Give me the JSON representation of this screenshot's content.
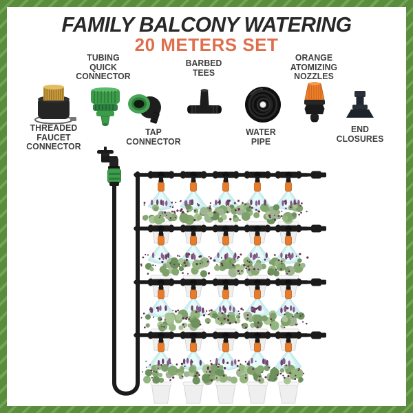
{
  "header": {
    "title": "FAMILY BALCONY WATERING",
    "subtitle": "20 METERS SET",
    "title_color": "#282828",
    "subtitle_color": "#de6f4c"
  },
  "components": [
    {
      "id": "threaded-faucet-connector",
      "label": "THREADED\nFAUCET\nCONNECTOR",
      "label_position": "below"
    },
    {
      "id": "tubing-quick-connector",
      "label": "TUBING\nQUICK\nCONNECTOR",
      "label_position": "above"
    },
    {
      "id": "tap-connector",
      "label": "TAP\nCONNECTOR",
      "label_position": "below"
    },
    {
      "id": "barbed-tees",
      "label": "BARBED\nTEES",
      "label_position": "above"
    },
    {
      "id": "water-pipe",
      "label": "WATER\nPIPE",
      "label_position": "below"
    },
    {
      "id": "orange-atomizing-nozzles",
      "label": "ORANGE\nATOMIZING\nNOZZLES",
      "label_position": "above"
    },
    {
      "id": "end-closures",
      "label": "END\nCLOSURES",
      "label_position": "below"
    }
  ],
  "diagram": {
    "rows": 4,
    "columns": 5,
    "nozzles_total": 20,
    "colors": {
      "border_green": "#5a8c3c",
      "pipe": "#1b1b1b",
      "nozzle_orange": "#e87c2b",
      "nozzle_outline": "#b05a17",
      "spray": "#cdeef0",
      "spray_inner": "#e9fbfb",
      "spray_edge": "#a9dde0",
      "pot": "#efefef",
      "pot_edge": "#d5d5d5",
      "connector_green": "#3f9e4d",
      "foliage": [
        "#7fa06b",
        "#93b57e",
        "#6d915c",
        "#a9c596",
        "#85a871",
        "#9fb492"
      ],
      "flower_spike": [
        "#8a5d8f",
        "#6f4069"
      ],
      "speckle": "#63304f"
    }
  }
}
